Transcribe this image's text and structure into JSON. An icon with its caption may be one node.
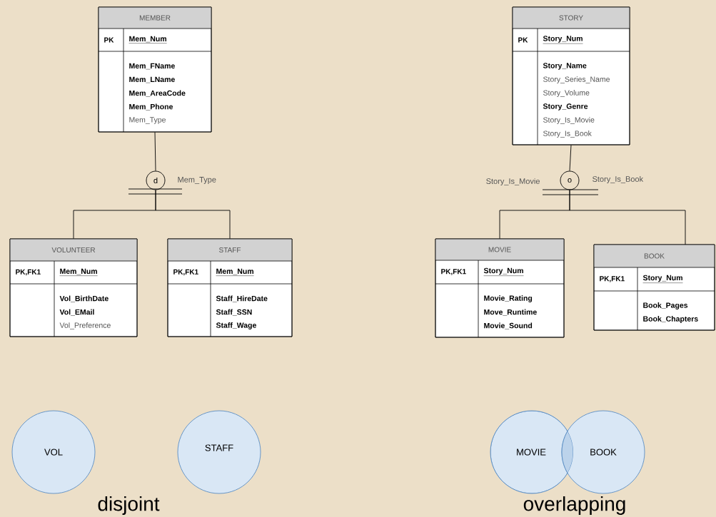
{
  "diagram": {
    "nodes": [
      {
        "text": [
          "MEMBER",
          "PK",
          "Mem_Num",
          "Mem_FName",
          "Mem_LName",
          "Mem_AreaCode",
          "Mem_Phone",
          "Mem_Type"
        ]
      },
      {
        "text": [
          "d"
        ],
        "beside": [
          "Mem_Type"
        ]
      },
      {
        "text": [
          "VOLUNTEER",
          "PK,FK1",
          "Mem_Num",
          "Vol_BirthDate",
          "Vol_EMail",
          "Vol_Preference"
        ]
      },
      {
        "text": [
          "STAFF",
          "PK,FK1",
          "Mem_Num",
          "Staff_HireDate",
          "Staff_SSN",
          "Staff_Wage"
        ]
      },
      {
        "text": [
          "STORY",
          "PK",
          "Story_Num",
          "Story_Name",
          "Story_Series_Name",
          "Story_Volume",
          "Story_Genre",
          "Story_Is_Movie",
          "Story_Is_Book"
        ]
      },
      {
        "text": [
          "o"
        ],
        "beside": [
          "Story_Is_Movie",
          "Story_Is_Book"
        ]
      },
      {
        "text": [
          "MOVIE",
          "PK,FK1",
          "Story_Num",
          "Movie_Rating",
          "Move_Runtime",
          "Movie_Sound"
        ]
      },
      {
        "text": [
          "BOOK",
          "PK,FK1",
          "Story_Num",
          "Book_Pages",
          "Book_Chapters"
        ]
      },
      {
        "text": [
          "VOL"
        ]
      },
      {
        "text": [
          "STAFF"
        ]
      },
      {
        "text": [
          "MOVIE"
        ]
      },
      {
        "text": [
          "BOOK"
        ]
      }
    ],
    "edges": [
      {
        "from": 0,
        "to": 1,
        "arrow": "none"
      },
      {
        "from": 1,
        "to": 2,
        "arrow": "none"
      },
      {
        "from": 1,
        "to": 3,
        "arrow": "none"
      },
      {
        "from": 4,
        "to": 5,
        "arrow": "none"
      },
      {
        "from": 5,
        "to": 6,
        "arrow": "none"
      },
      {
        "from": 5,
        "to": 7,
        "arrow": "none"
      }
    ],
    "labels": [
      "disjoint",
      "overlapping"
    ]
  }
}
